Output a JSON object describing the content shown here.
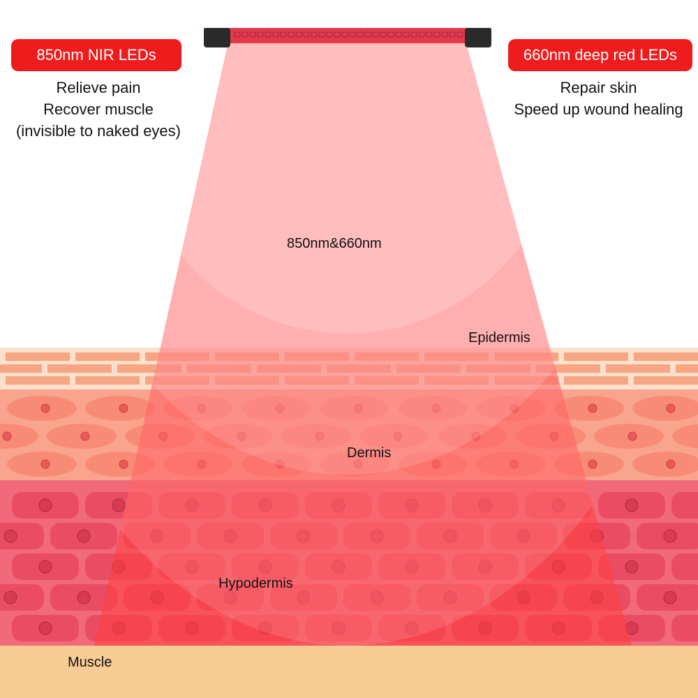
{
  "left_panel": {
    "badge": "850nm NIR LEDs",
    "benefits": [
      "Relieve pain",
      "Recover muscle",
      "(invisible to naked eyes)"
    ]
  },
  "right_panel": {
    "badge": "660nm deep red LEDs",
    "benefits": [
      "Repair skin",
      "Speed up wound healing"
    ]
  },
  "beam_label": "850nm&660nm",
  "layers": {
    "epidermis": "Epidermis",
    "dermis": "Dermis",
    "hypodermis": "Hypodermis",
    "muscle": "Muscle"
  },
  "colors": {
    "badge": "#ee1c1c",
    "beam": "#ff5050",
    "epidermis": "#fbd9c4",
    "dermis": "#f9a58e",
    "hypodermis": "#f06a7c",
    "muscle": "#f9cc95"
  }
}
